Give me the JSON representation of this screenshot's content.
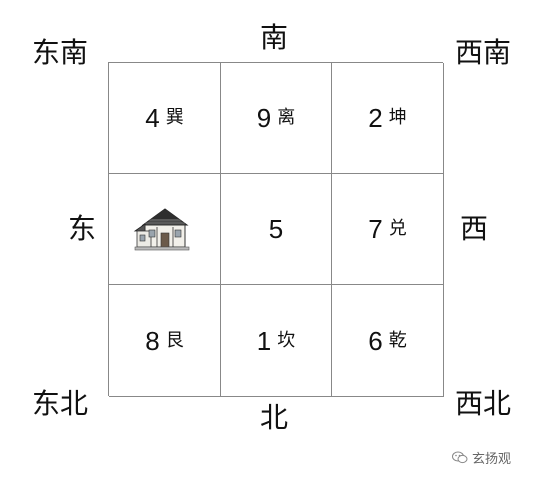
{
  "directions": {
    "south": "南",
    "southeast": "东南",
    "southwest": "西南",
    "east": "东",
    "west": "西",
    "northeast": "东北",
    "northwest": "西北",
    "north": "北"
  },
  "grid": [
    {
      "number": "4",
      "trigram": "巽"
    },
    {
      "number": "9",
      "trigram": "离"
    },
    {
      "number": "2",
      "trigram": "坤"
    },
    {
      "number": "",
      "trigram": "",
      "icon": "house-icon"
    },
    {
      "number": "5",
      "trigram": ""
    },
    {
      "number": "7",
      "trigram": "兑"
    },
    {
      "number": "8",
      "trigram": "艮"
    },
    {
      "number": "1",
      "trigram": "坎"
    },
    {
      "number": "6",
      "trigram": "乾"
    }
  ],
  "watermark": {
    "text": "玄扬观",
    "icon": "wechat-icon"
  },
  "colors": {
    "grid_line": "#888888",
    "text": "#111111"
  }
}
